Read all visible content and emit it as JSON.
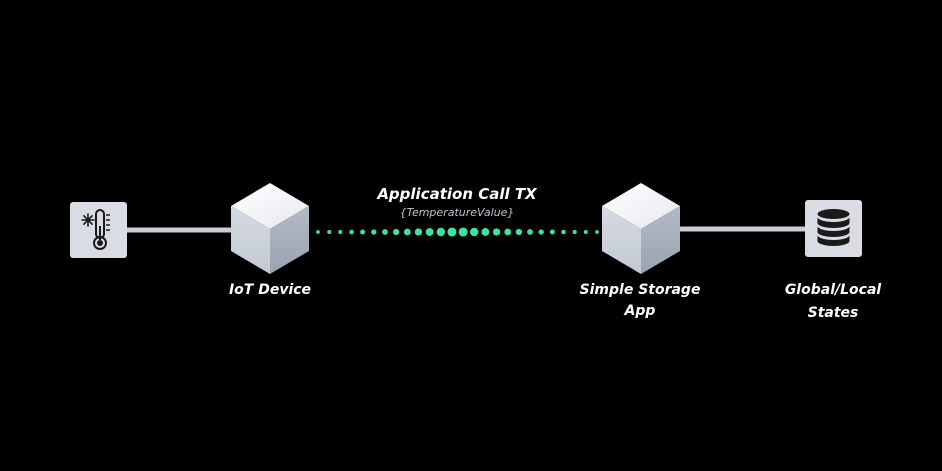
{
  "connector": {
    "title": "Application Call TX",
    "payload": "{TemperatureValue}"
  },
  "nodes": {
    "sensor": {
      "icon": "thermometer-snowflake-icon"
    },
    "iot_device": {
      "label": "IoT Device",
      "icon": "cube-icon"
    },
    "storage_app": {
      "label_line1": "Simple Storage",
      "label_line2": "App",
      "icon": "cube-icon"
    },
    "states": {
      "label_line1": "Global/Local",
      "label_line2": "States",
      "icon": "database-icon"
    }
  },
  "colors": {
    "background": "#000000",
    "link": "#c9ced6",
    "dots": "#3fe0a5",
    "text": "#ffffff",
    "subtext": "#b9c2d0"
  }
}
